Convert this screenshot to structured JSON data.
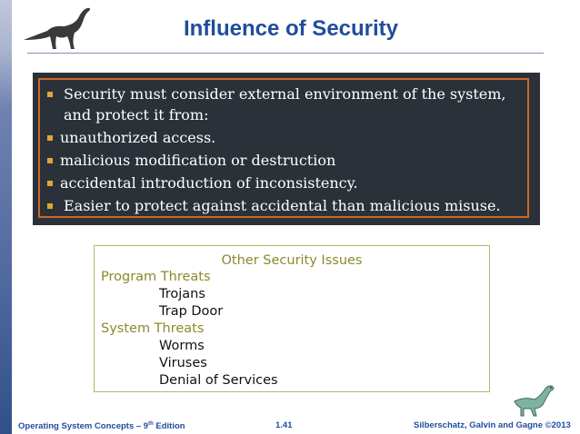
{
  "title": "Influence of Security",
  "bullets": [
    "Security must consider external environment of the system,",
    "and protect it from:",
    "unauthorized access.",
    "malicious modification or destruction",
    "accidental introduction of inconsistency.",
    "Easier to protect against accidental than malicious misuse."
  ],
  "issues": {
    "heading": "Other Security Issues",
    "program_threats": {
      "label": "Program Threats",
      "items": [
        "Trojans",
        "Trap Door"
      ]
    },
    "system_threats": {
      "label": "System Threats",
      "items": [
        "Worms",
        "Viruses",
        "Denial of Services"
      ]
    }
  },
  "footer": {
    "book_prefix": "Operating System Concepts – 9",
    "book_sup": "th",
    "book_suffix": " Edition",
    "page": "1.41",
    "copyright": "Silberschatz, Galvin and Gagne ©2013"
  },
  "colors": {
    "title": "#1f4d9b",
    "dark_box": "#2b3138",
    "frame": "#c8692a",
    "bullet_marker": "#e0a43c",
    "olive_text": "#8a8a2a",
    "box_border": "#b8b86a"
  },
  "icons": [
    "dinosaur-logo-icon",
    "small-dinosaur-icon"
  ]
}
